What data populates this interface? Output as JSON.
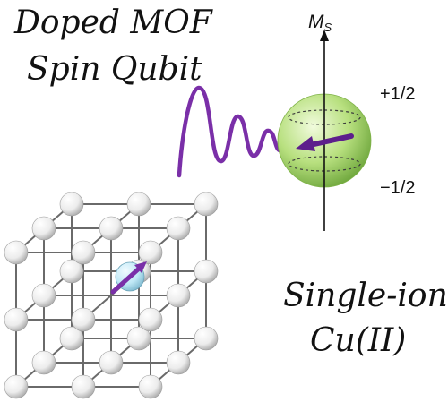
{
  "title": {
    "line1": "Doped MOF",
    "line2": "Spin Qubit"
  },
  "axis": {
    "symbol": "M",
    "subscript": "S",
    "upper_state": "+1/2",
    "lower_state": "−1/2"
  },
  "caption": {
    "line1": "Single-ion",
    "line2": "Cu(II)"
  },
  "colors": {
    "wave": "#7a2fa8",
    "sphere_light": "#e4f7c4",
    "sphere_dark": "#8cc55a",
    "node_light": "#ffffff",
    "node_dark": "#b9b9b9",
    "lattice_line": "#6a6a6a",
    "dopant": "#a9dff0"
  }
}
